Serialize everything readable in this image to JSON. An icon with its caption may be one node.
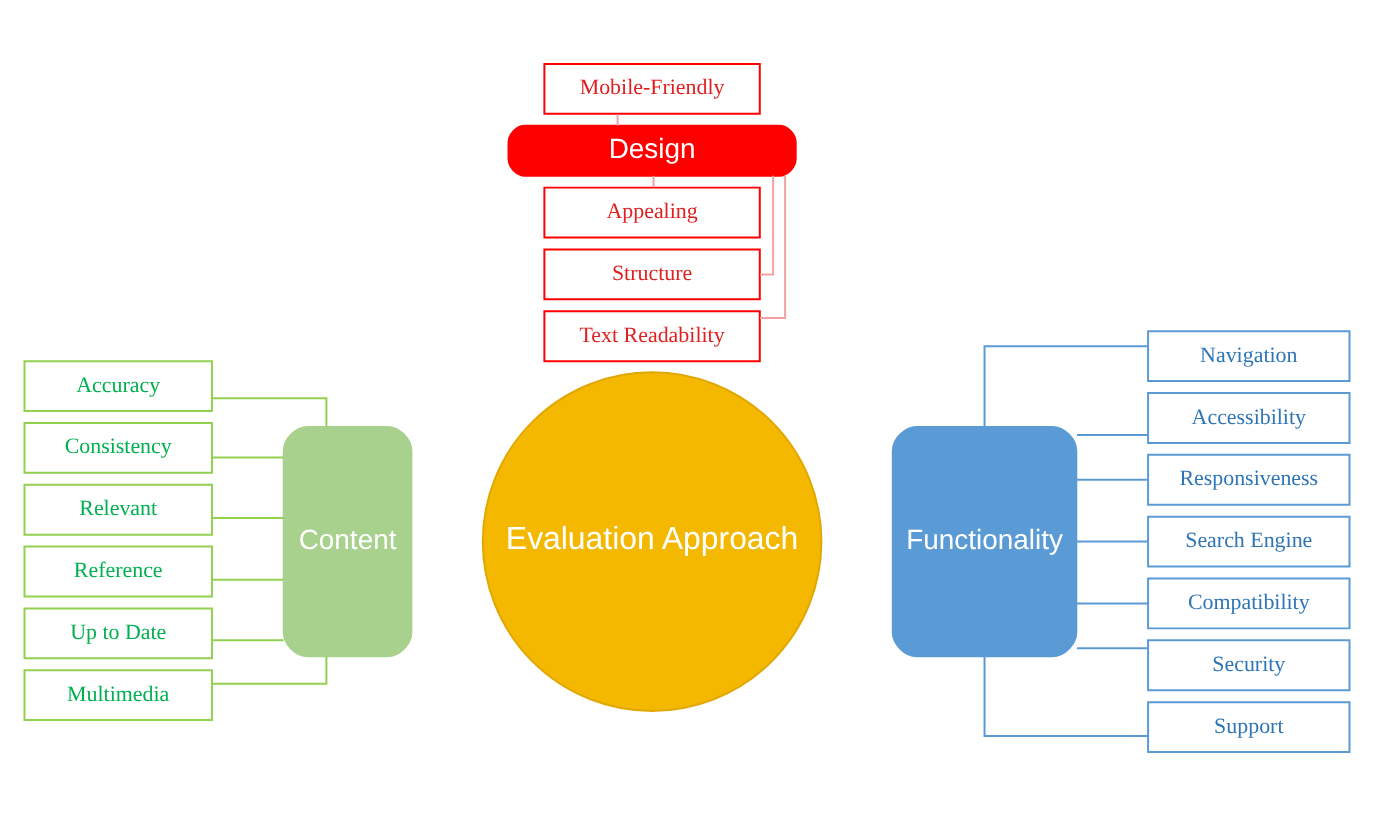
{
  "diagram": {
    "nodes": [
      {
        "text": [
          "Evaluation Approach"
        ]
      },
      {
        "text": [
          "Design"
        ]
      },
      {
        "text": [
          "Appealing"
        ]
      },
      {
        "text": [
          "Structure"
        ]
      },
      {
        "text": [
          "Text Readability"
        ]
      },
      {
        "text": [
          "Mobile-Friendly"
        ]
      },
      {
        "text": [
          "Content"
        ]
      },
      {
        "text": [
          "Accuracy"
        ]
      },
      {
        "text": [
          "Consistency"
        ]
      },
      {
        "text": [
          "Relevant"
        ]
      },
      {
        "text": [
          "Reference"
        ]
      },
      {
        "text": [
          "Up to Date"
        ]
      },
      {
        "text": [
          "Multimedia"
        ]
      },
      {
        "text": [
          "Functionality"
        ]
      },
      {
        "text": [
          "Navigation"
        ]
      },
      {
        "text": [
          "Accessibility"
        ]
      },
      {
        "text": [
          "Responsiveness"
        ]
      },
      {
        "text": [
          "Search Engine"
        ]
      },
      {
        "text": [
          "Compatibility"
        ]
      },
      {
        "text": [
          "Security"
        ]
      },
      {
        "text": [
          "Support"
        ]
      }
    ],
    "edges": [
      {
        "from": 1,
        "to": 2,
        "arrow": "none",
        "color": "#f4a0a0"
      },
      {
        "from": 1,
        "to": 3,
        "arrow": "none",
        "color": "#f4a0a0"
      },
      {
        "from": 1,
        "to": 4,
        "arrow": "none",
        "color": "#f4a0a0"
      },
      {
        "from": 1,
        "to": 5,
        "arrow": "none",
        "color": "#f4a0a0"
      },
      {
        "from": 6,
        "to": 7,
        "arrow": "none",
        "color": "#92d050"
      },
      {
        "from": 6,
        "to": 8,
        "arrow": "none",
        "color": "#92d050"
      },
      {
        "from": 6,
        "to": 9,
        "arrow": "none",
        "color": "#92d050"
      },
      {
        "from": 6,
        "to": 10,
        "arrow": "none",
        "color": "#92d050"
      },
      {
        "from": 6,
        "to": 11,
        "arrow": "none",
        "color": "#92d050"
      },
      {
        "from": 6,
        "to": 12,
        "arrow": "none",
        "color": "#92d050"
      },
      {
        "from": 13,
        "to": 14,
        "arrow": "none"
      },
      {
        "from": 13,
        "to": 15,
        "arrow": "none"
      },
      {
        "from": 13,
        "to": 16,
        "arrow": "none"
      },
      {
        "from": 13,
        "to": 17,
        "arrow": "none"
      },
      {
        "from": 13,
        "to": 18,
        "arrow": "none"
      },
      {
        "from": 13,
        "to": 19,
        "arrow": "none"
      },
      {
        "from": 13,
        "to": 20,
        "arrow": "none"
      }
    ]
  }
}
